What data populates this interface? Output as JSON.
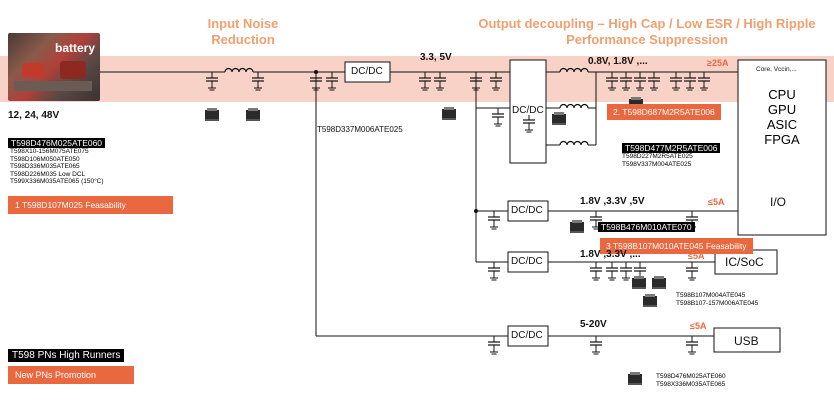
{
  "titles": {
    "input_noise": "Input Noise Reduction",
    "output_decoupling": "Output decoupling  – High Cap / Low ESR / High Ripple Performance Suppression"
  },
  "battery": {
    "label": "battery",
    "voltages": "12, 24, 48V"
  },
  "left_parts": {
    "highlight": "T598D476M025ATE060",
    "list": [
      "T598X10-156M075ATE075",
      "T598D106M050ATE050",
      "T598D336M035ATE065",
      "T598D226M035 Low DCL",
      "T599X336M035ATE065 (150°C)"
    ],
    "feasibility": "1  T598D107M025 Feasability"
  },
  "dcdc_label": "DC/DC",
  "input_stage": {
    "part": "T598D337M006ATE025",
    "voltage": "3.3, 5V"
  },
  "high_current": {
    "voltages": "0.8V, 1.8V ,...",
    "current": "≥25A",
    "core_label": "Core, Vccin,...",
    "processors": [
      "CPU",
      "GPU",
      "ASIC",
      "FPGA"
    ],
    "promo": "2.  T598D687M2R5ATE006",
    "highlight": "T598D477M2R5ATE006",
    "list": [
      "T598D227M2R5ATE025",
      "T598V337M004ATE025"
    ]
  },
  "mid_rail": {
    "voltages": "1.8V ,3.3V ,5V",
    "current": "≤5A",
    "io_label": "I/O",
    "highlight": "T598B476M010ATE070",
    "promo": "3  T598B107M010ATE045 Feasability"
  },
  "soc_rail": {
    "voltages": "1.8V ,3.3V ,...",
    "current": "≤5A",
    "label": "IC/SoC",
    "list": [
      "T598B107M004ATE045",
      "T598B107-157M006ATE045"
    ]
  },
  "usb_rail": {
    "voltage": "5-20V",
    "current": "≤5A",
    "label": "USB",
    "list": [
      "T598D476M025ATE060",
      "T598X336M035ATE065"
    ]
  },
  "legend": {
    "high_runners": "T598 PNs  High Runners",
    "promotion": "New PNs Promotion"
  },
  "colors": {
    "band": "#f8d2c6",
    "accent": "#e9683f",
    "title": "#f0a070"
  }
}
